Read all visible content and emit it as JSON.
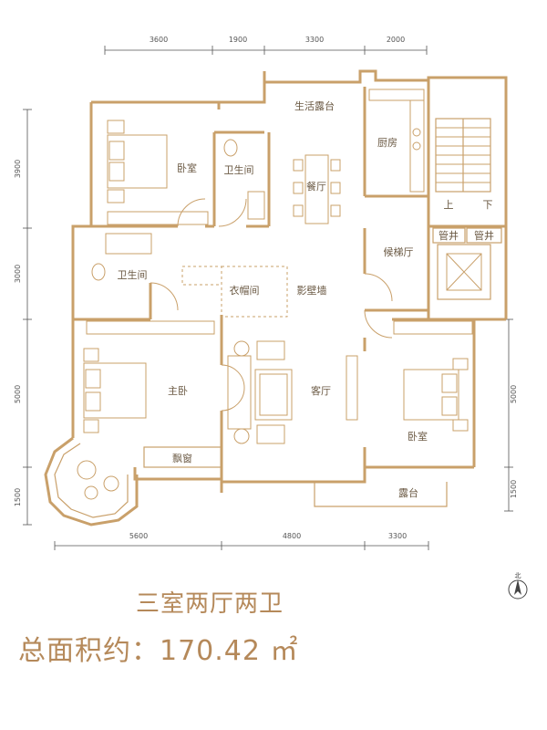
{
  "rooms": {
    "living_terrace": "生活露台",
    "kitchen": "厨房",
    "dining": "餐厅",
    "bedroom_nw": "卧室",
    "bath_small": "卫生间",
    "bath_master": "卫生间",
    "wardrobe": "衣帽间",
    "screen_wall": "影壁墙",
    "lobby": "候梯厅",
    "master_bedroom": "主卧",
    "living_room": "客厅",
    "bedroom_se": "卧室",
    "bay_window": "飘窗",
    "terrace": "露台",
    "shaft_1": "管井",
    "shaft_2": "管井",
    "stair_up": "上",
    "stair_down": "下"
  },
  "dimensions": {
    "top": [
      "3600",
      "1900",
      "3300",
      "2000"
    ],
    "bottom": [
      "5600",
      "4800",
      "3300"
    ],
    "left": [
      "3900",
      "3000",
      "5000",
      "1500"
    ],
    "right": [
      "5000",
      "1500"
    ]
  },
  "compass_label": "北",
  "summary": {
    "layout": "三室两厅两卫",
    "area": "总面积约：170.42 ㎡"
  }
}
